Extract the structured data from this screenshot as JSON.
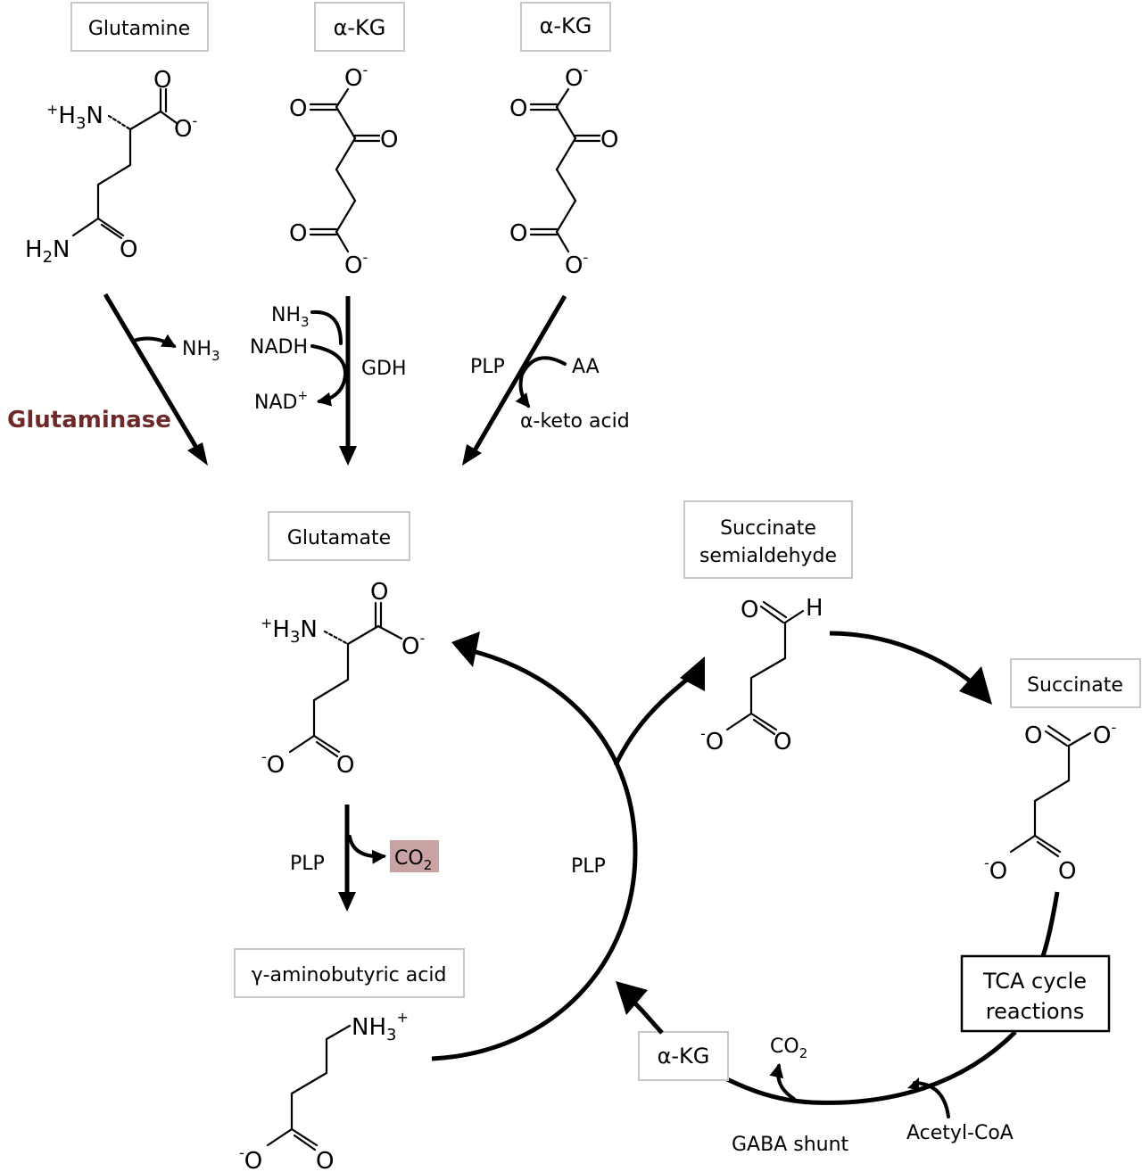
{
  "labels": {
    "glutamine": "Glutamine",
    "akg_1": "α-KG",
    "akg_2": "α-KG",
    "glutamate": "Glutamate",
    "gaba": "γ-aminobutyric acid",
    "succinate_semialdehyde_line1": "Succinate",
    "succinate_semialdehyde_line2": "semialdehyde",
    "succinate": "Succinate",
    "tca_line1": "TCA cycle",
    "tca_line2": "reactions",
    "akg_3": "α-KG"
  },
  "reactions": {
    "glutaminase": "Glutaminase",
    "gdh": "GDH",
    "plp_transamination": "PLP",
    "plp_decarboxylation": "PLP",
    "plp_gaba_transamination": "PLP",
    "gaba_shunt": "GABA shunt"
  },
  "cofactors": {
    "nh3_release": "NH",
    "nh3_in": "NH",
    "nadh": "NADH",
    "nad": "NAD",
    "aa": "AA",
    "keto_acid": "α-keto acid",
    "co2_decarb": "CO",
    "co2_cycle": "CO",
    "acetyl_coa": "Acetyl-CoA"
  },
  "colors": {
    "glutaminase": "#6e2a2a",
    "co2_highlight": "#c9a3a3",
    "box_border": "#c8c8c8"
  }
}
